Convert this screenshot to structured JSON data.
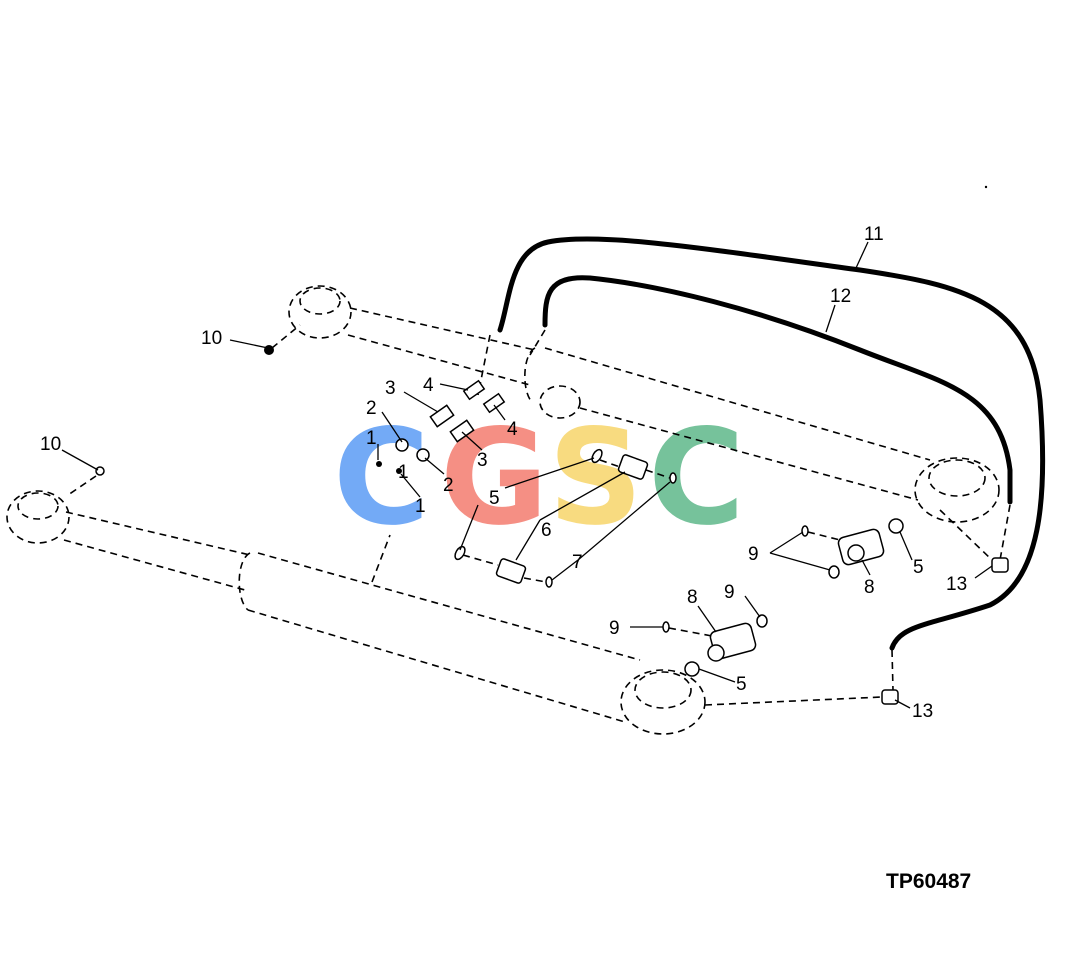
{
  "figure_id": "TP60487",
  "watermark": {
    "letters": [
      "C",
      "G",
      "S",
      "C"
    ],
    "colors": [
      "#5b9cf5",
      "#f47c6f",
      "#f7d56b",
      "#5fb88a"
    ]
  },
  "callouts": {
    "c1a": "1",
    "c1b": "1",
    "c1c": "1",
    "c2a": "2",
    "c2b": "2",
    "c3a": "3",
    "c3b": "3",
    "c4a": "4",
    "c4b": "4",
    "c5a": "5",
    "c5b": "5",
    "c5c": "5",
    "c6": "6",
    "c7": "7",
    "c8a": "8",
    "c8b": "8",
    "c9a": "9",
    "c9b": "9",
    "c9c": "9",
    "c10a": "10",
    "c10b": "10",
    "c11": "11",
    "c12": "12",
    "c13a": "13",
    "c13b": "13"
  }
}
